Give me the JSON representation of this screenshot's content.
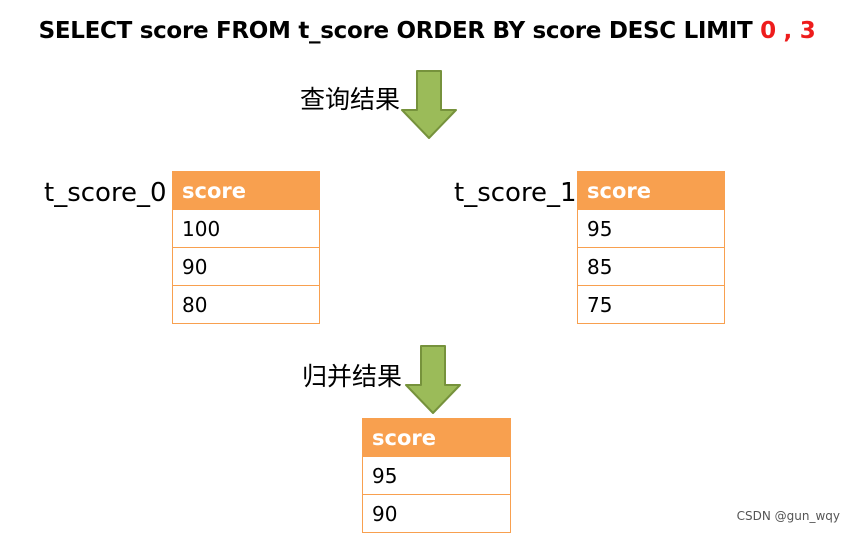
{
  "sql": {
    "prefix": "SELECT score FROM t_score ORDER BY score DESC LIMIT ",
    "limit": "0 , 3"
  },
  "arrows": {
    "query_label": "查询结果",
    "merge_label": "归并结果",
    "color": "#9bbb59",
    "outline": "#76923c"
  },
  "tables": {
    "left": {
      "name": "t_score_0",
      "header": "score",
      "rows": [
        "100",
        "90",
        "80"
      ]
    },
    "right": {
      "name": "t_score_1",
      "header": "score",
      "rows": [
        "95",
        "85",
        "75"
      ]
    },
    "merged": {
      "header": "score",
      "rows": [
        "95",
        "90"
      ]
    }
  },
  "colors": {
    "header_bg": "#f8a04f",
    "limit_text": "#ee1c1c"
  },
  "watermark": "CSDN @gun_wqy"
}
